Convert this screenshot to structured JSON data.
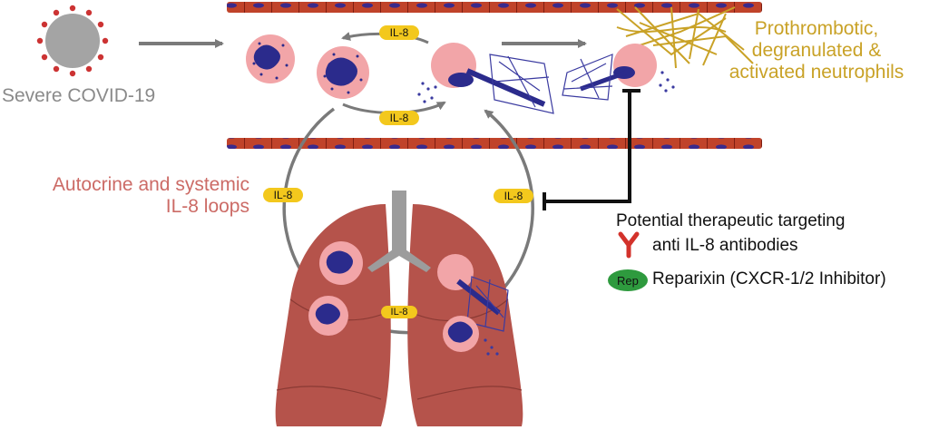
{
  "labels": {
    "covid": "Severe COVID-19",
    "prothrombotic_line1": "Prothrombotic,",
    "prothrombotic_line2": "degranulated &",
    "prothrombotic_line3": "activated neutrophils",
    "loops_line1": "Autocrine and systemic",
    "loops_line2": "IL-8 loops"
  },
  "legend": {
    "title": "Potential therapeutic targeting",
    "antibody": "anti IL-8 antibodies",
    "reparixin_badge": "Rep",
    "reparixin": "Reparixin (CXCR-1/2 Inhibitor)"
  },
  "cytokine": {
    "top": "IL-8",
    "middle": "IL-8",
    "left": "IL-8",
    "right": "IL-8",
    "lung": "IL-8"
  },
  "colors": {
    "vessel": "#c0432a",
    "nucleus": "#2b2b8c",
    "cell": "#f2a5a8",
    "lung": "#b5534b",
    "net": "#c9a227",
    "cytokine": "#f3c81d",
    "arrow": "#7a7a7a",
    "reparixin": "#2e9a3e",
    "antibody": "#d3322b"
  },
  "icons": [
    "virus-icon",
    "antibody-icon",
    "inhibition-icon"
  ]
}
